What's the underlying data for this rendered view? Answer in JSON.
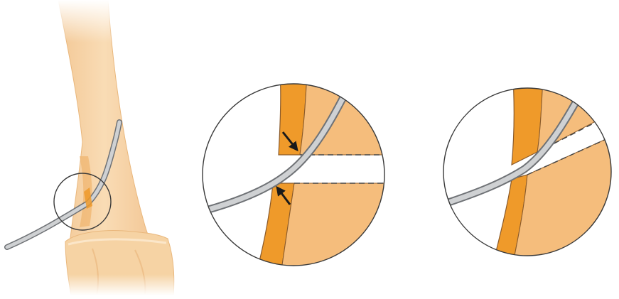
{
  "illustration": {
    "subject": "bone-with-wire-and-magnified-insets",
    "colors": {
      "bone_light": "#f7d9ac",
      "bone_mid": "#f2c18a",
      "cancellous": "#f5bd7c",
      "cortex": "#ef9a2a",
      "cortex_edge": "#8a5a2a",
      "wire_fill": "#c8cacc",
      "wire_edge": "#6f7276",
      "circle_outline": "#3a3a3a",
      "arrow": "#1a1a1a",
      "gap_dash": "#444444"
    },
    "panels": [
      {
        "name": "overview"
      },
      {
        "name": "inset-arrows"
      },
      {
        "name": "inset-displaced"
      }
    ]
  }
}
